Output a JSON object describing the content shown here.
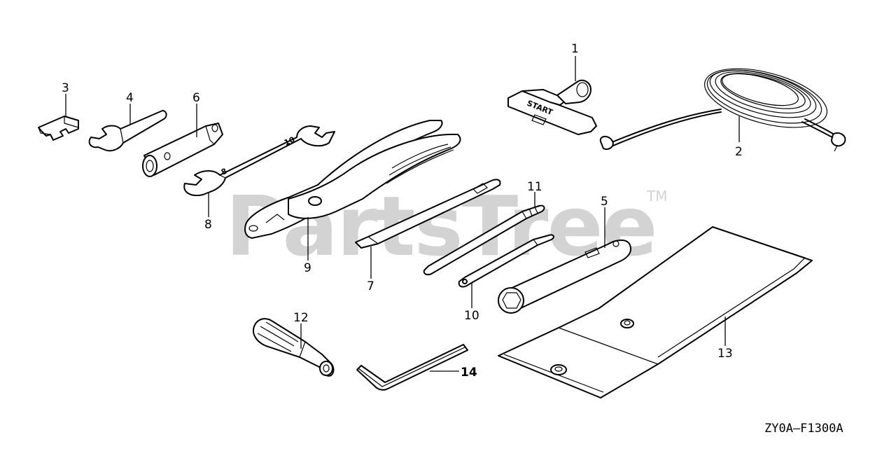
{
  "watermark": {
    "text": "PartsTree",
    "trademark": "TM"
  },
  "diagram_code": "ZY0A—F1300A",
  "start_grip_text": "START",
  "wrench_size_a": "10",
  "wrench_size_b": "8",
  "callouts": [
    {
      "id": "callout-1",
      "label": "1"
    },
    {
      "id": "callout-2",
      "label": "2"
    },
    {
      "id": "callout-3",
      "label": "3"
    },
    {
      "id": "callout-4",
      "label": "4"
    },
    {
      "id": "callout-5",
      "label": "5"
    },
    {
      "id": "callout-6",
      "label": "6"
    },
    {
      "id": "callout-7",
      "label": "7"
    },
    {
      "id": "callout-8",
      "label": "8"
    },
    {
      "id": "callout-9",
      "label": "9"
    },
    {
      "id": "callout-10",
      "label": "10"
    },
    {
      "id": "callout-11",
      "label": "11"
    },
    {
      "id": "callout-12",
      "label": "12"
    },
    {
      "id": "callout-13",
      "label": "13"
    },
    {
      "id": "callout-14",
      "label": "14"
    }
  ]
}
